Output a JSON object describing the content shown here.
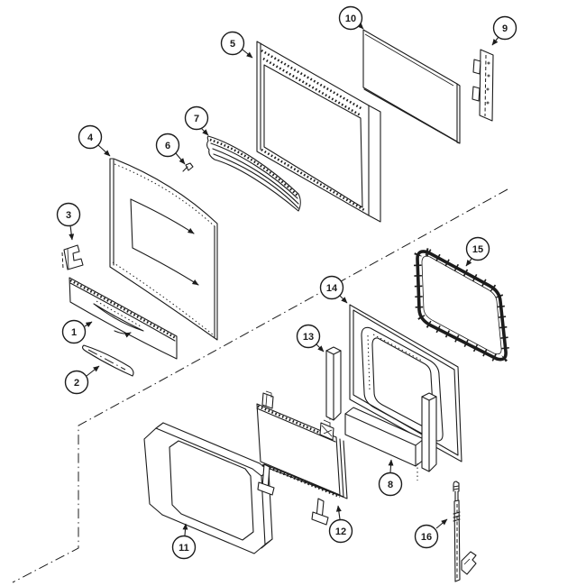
{
  "figure": {
    "background_color": "#ffffff",
    "line_color": "#1c1c1c",
    "callout_fill": "#ffffff",
    "callouts": [
      {
        "label": "1"
      },
      {
        "label": "2"
      },
      {
        "label": "3"
      },
      {
        "label": "4"
      },
      {
        "label": "5"
      },
      {
        "label": "6"
      },
      {
        "label": "7"
      },
      {
        "label": "8"
      },
      {
        "label": "9"
      },
      {
        "label": "10"
      },
      {
        "label": "11"
      },
      {
        "label": "12"
      },
      {
        "label": "13"
      },
      {
        "label": "14"
      },
      {
        "label": "15"
      },
      {
        "label": "16"
      }
    ]
  }
}
